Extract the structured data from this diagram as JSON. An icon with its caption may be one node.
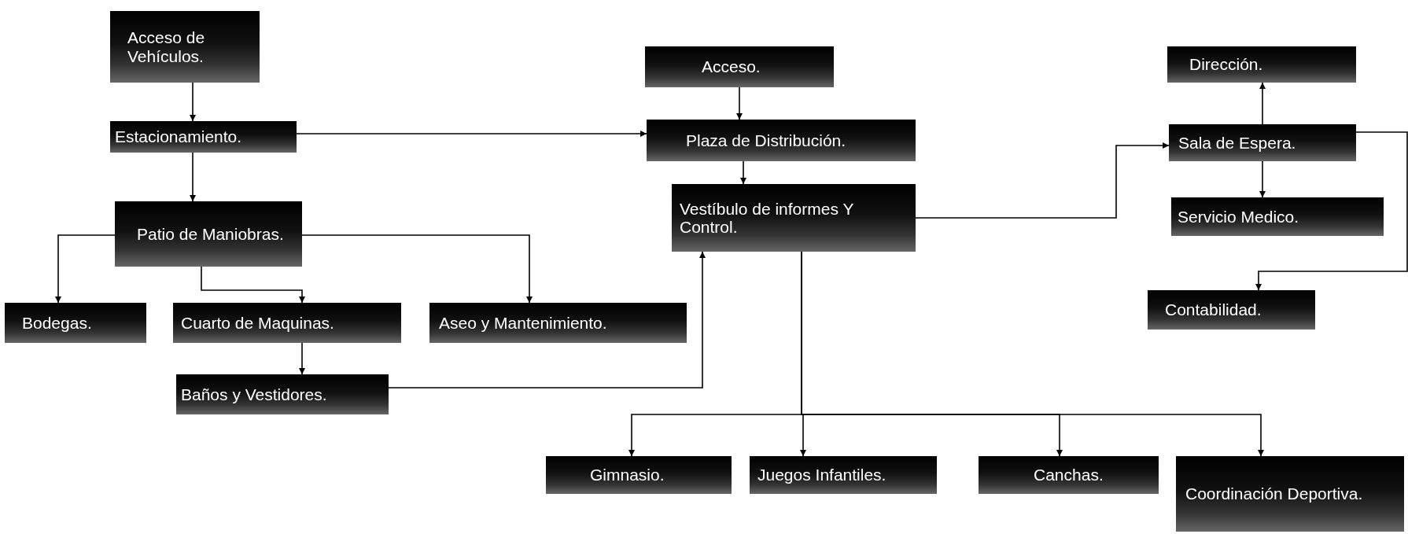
{
  "diagram": {
    "nodes": [
      {
        "text": [
          "Acceso de Vehículos."
        ]
      },
      {
        "text": [
          "Estacionamiento."
        ]
      },
      {
        "text": [
          "Patio de Maniobras."
        ]
      },
      {
        "text": [
          "Bodegas."
        ]
      },
      {
        "text": [
          "Cuarto de Maquinas."
        ]
      },
      {
        "text": [
          "Aseo y Mantenimiento."
        ]
      },
      {
        "text": [
          "Baños y Vestidores."
        ]
      },
      {
        "text": [
          "Acceso."
        ]
      },
      {
        "text": [
          "Plaza de Distribución."
        ]
      },
      {
        "text": [
          "Vestíbulo de informes Y Control."
        ]
      },
      {
        "text": [
          "Dirección."
        ]
      },
      {
        "text": [
          "Sala de Espera."
        ]
      },
      {
        "text": [
          "Servicio Medico."
        ]
      },
      {
        "text": [
          "Contabilidad."
        ]
      },
      {
        "text": [
          "Gimnasio."
        ]
      },
      {
        "text": [
          "Juegos Infantiles."
        ]
      },
      {
        "text": [
          "Canchas."
        ]
      },
      {
        "text": [
          "Coordinación Deportiva."
        ]
      }
    ],
    "edges": [
      {
        "from": 0,
        "to": 1,
        "arrow": "to"
      },
      {
        "from": 1,
        "to": 8,
        "arrow": "to"
      },
      {
        "from": 1,
        "to": 2,
        "arrow": "to"
      },
      {
        "from": 2,
        "to": 3,
        "arrow": "to"
      },
      {
        "from": 2,
        "to": 4,
        "arrow": "to"
      },
      {
        "from": 2,
        "to": 5,
        "arrow": "to"
      },
      {
        "from": 4,
        "to": 6,
        "arrow": "to"
      },
      {
        "from": 6,
        "to": 9,
        "arrow": "to"
      },
      {
        "from": 7,
        "to": 8,
        "arrow": "to"
      },
      {
        "from": 8,
        "to": 9,
        "arrow": "to"
      },
      {
        "from": 9,
        "to": 11,
        "arrow": "to"
      },
      {
        "from": 11,
        "to": 10,
        "arrow": "to"
      },
      {
        "from": 11,
        "to": 12,
        "arrow": "to"
      },
      {
        "from": 11,
        "to": 13,
        "arrow": "to"
      },
      {
        "from": 9,
        "to": 14,
        "arrow": "to"
      },
      {
        "from": 9,
        "to": 15,
        "arrow": "to"
      },
      {
        "from": 9,
        "to": 16,
        "arrow": "to"
      },
      {
        "from": 9,
        "to": 17,
        "arrow": "to"
      }
    ]
  }
}
